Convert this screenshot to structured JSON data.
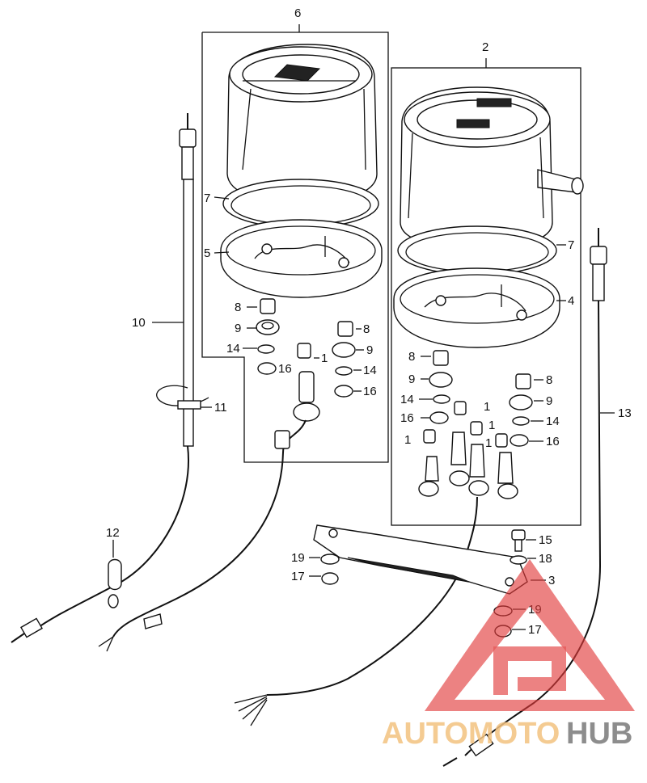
{
  "callouts": {
    "c6": "6",
    "c2": "2",
    "c7a": "7",
    "c7b": "7",
    "c5": "5",
    "c4": "4",
    "c10": "10",
    "c11": "11",
    "c12": "12",
    "c13": "13",
    "c3": "3",
    "c8a": "8",
    "c9a": "9",
    "c14a": "14",
    "c16a": "16",
    "c1a": "1",
    "c8b": "8",
    "c9b": "9",
    "c14b": "14",
    "c16b": "16",
    "c8c": "8",
    "c9c": "9",
    "c14c": "14",
    "c16c": "16",
    "c1b": "1",
    "c1c": "1",
    "c1d": "1",
    "c1e": "1",
    "c8d": "8",
    "c9d": "9",
    "c14d": "14",
    "c16d": "16",
    "c15": "15",
    "c18": "18",
    "c19a": "19",
    "c17a": "17",
    "c19b": "19",
    "c17b": "17"
  },
  "watermark": {
    "text_auto": "AUTOMOTO",
    "text_hub": "HUB",
    "color_red": "#e23b3b",
    "color_orange": "#f3c280",
    "color_gray": "#7a7a7a"
  }
}
